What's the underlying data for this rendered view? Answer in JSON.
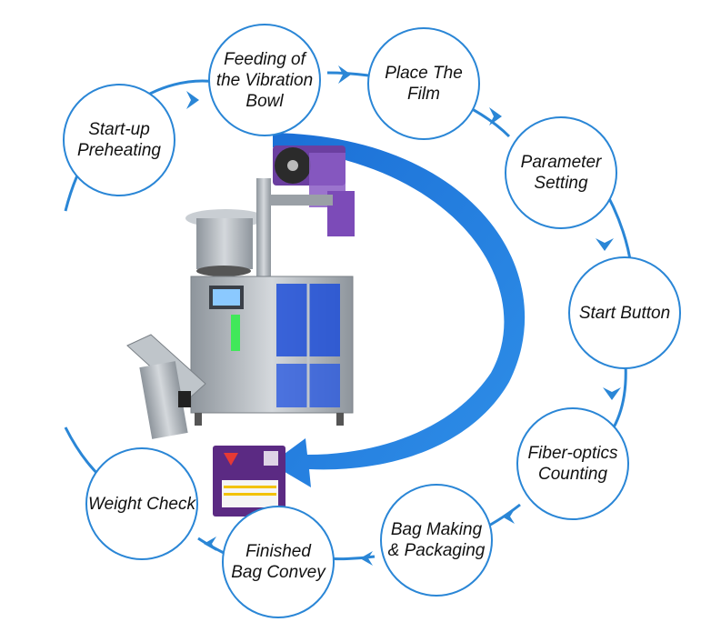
{
  "steps": [
    {
      "id": "start-up-preheating",
      "label": "Start-up\nPreheating"
    },
    {
      "id": "feeding-vibration-bowl",
      "label": "Feeding of\nthe Vibration\nBowl"
    },
    {
      "id": "place-the-film",
      "label": "Place The Film"
    },
    {
      "id": "parameter-setting",
      "label": "Parameter\nSetting"
    },
    {
      "id": "start-button",
      "label": "Start Button"
    },
    {
      "id": "fiber-optics-counting",
      "label": "Fiber-optics\nCounting"
    },
    {
      "id": "bag-making-packaging",
      "label": "Bag Making\n& Packaging"
    },
    {
      "id": "finished-bag-convey",
      "label": "Finished\nBag Convey"
    },
    {
      "id": "weight-check",
      "label": "Weight Check"
    }
  ],
  "colors": {
    "accent": "#2a86d6",
    "arrow": "#1f7fe0",
    "machine_steel": "#a7adb3",
    "bag": "#5b2a83"
  },
  "images": {
    "machine": "packaging-machine-photo",
    "bag": "thc-pouch-photo"
  }
}
